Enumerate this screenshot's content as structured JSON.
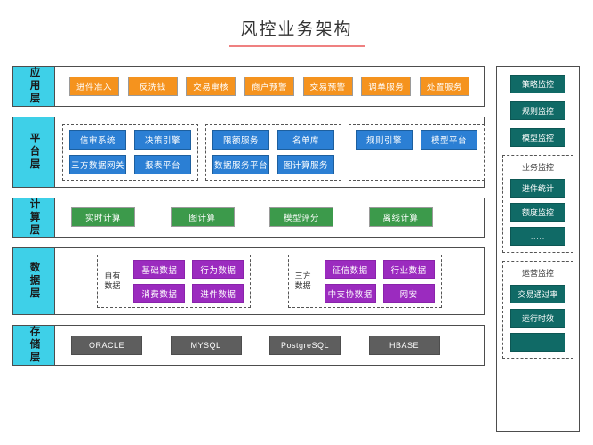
{
  "title": "风控业务架构",
  "layers": [
    {
      "id": "application",
      "label": "应用层",
      "color": "#f5931e",
      "items": [
        "进件准入",
        "反洗钱",
        "交易审核",
        "商户预警",
        "交易预警",
        "调单服务",
        "处置服务"
      ]
    },
    {
      "id": "platform",
      "label": "平台层",
      "color": "#2b7fd4",
      "groups": [
        {
          "items": [
            "信审系统",
            "决策引擎",
            "三方数据网关",
            "报表平台"
          ]
        },
        {
          "items": [
            "限额服务",
            "名单库",
            "数据服务平台",
            "图计算服务"
          ]
        },
        {
          "items": [
            "规则引擎",
            "模型平台"
          ]
        }
      ]
    },
    {
      "id": "compute",
      "label": "计算层",
      "color": "#3c9a4b",
      "items": [
        "实时计算",
        "图计算",
        "模型评分",
        "离线计算"
      ]
    },
    {
      "id": "data",
      "label": "数据层",
      "color": "#9b2bbf",
      "groups": [
        {
          "caption": "自有数据",
          "items": [
            "基础数据",
            "行为数据",
            "消费数据",
            "进件数据"
          ]
        },
        {
          "caption": "三方数据",
          "items": [
            "征信数据",
            "行业数据",
            "中支协数据",
            "网安"
          ]
        }
      ]
    },
    {
      "id": "storage",
      "label": "存储层",
      "color": "#5e5e5e",
      "items": [
        "ORACLE",
        "MYSQL",
        "PostgreSQL",
        "HBASE"
      ]
    }
  ],
  "monitor_panel": {
    "color": "#106a66",
    "top_items": [
      "策略监控",
      "规则监控",
      "模型监控"
    ],
    "groups": [
      {
        "title": "业务监控",
        "items": [
          "进件统计",
          "额度监控",
          "....."
        ]
      },
      {
        "title": "运营监控",
        "items": [
          "交易通过率",
          "运行时效",
          "....."
        ]
      }
    ]
  },
  "colors": {
    "layer_label": "#3ed0e8",
    "border": "#4d4d4d",
    "title_rule": "#ef8080",
    "background": "#ffffff"
  }
}
